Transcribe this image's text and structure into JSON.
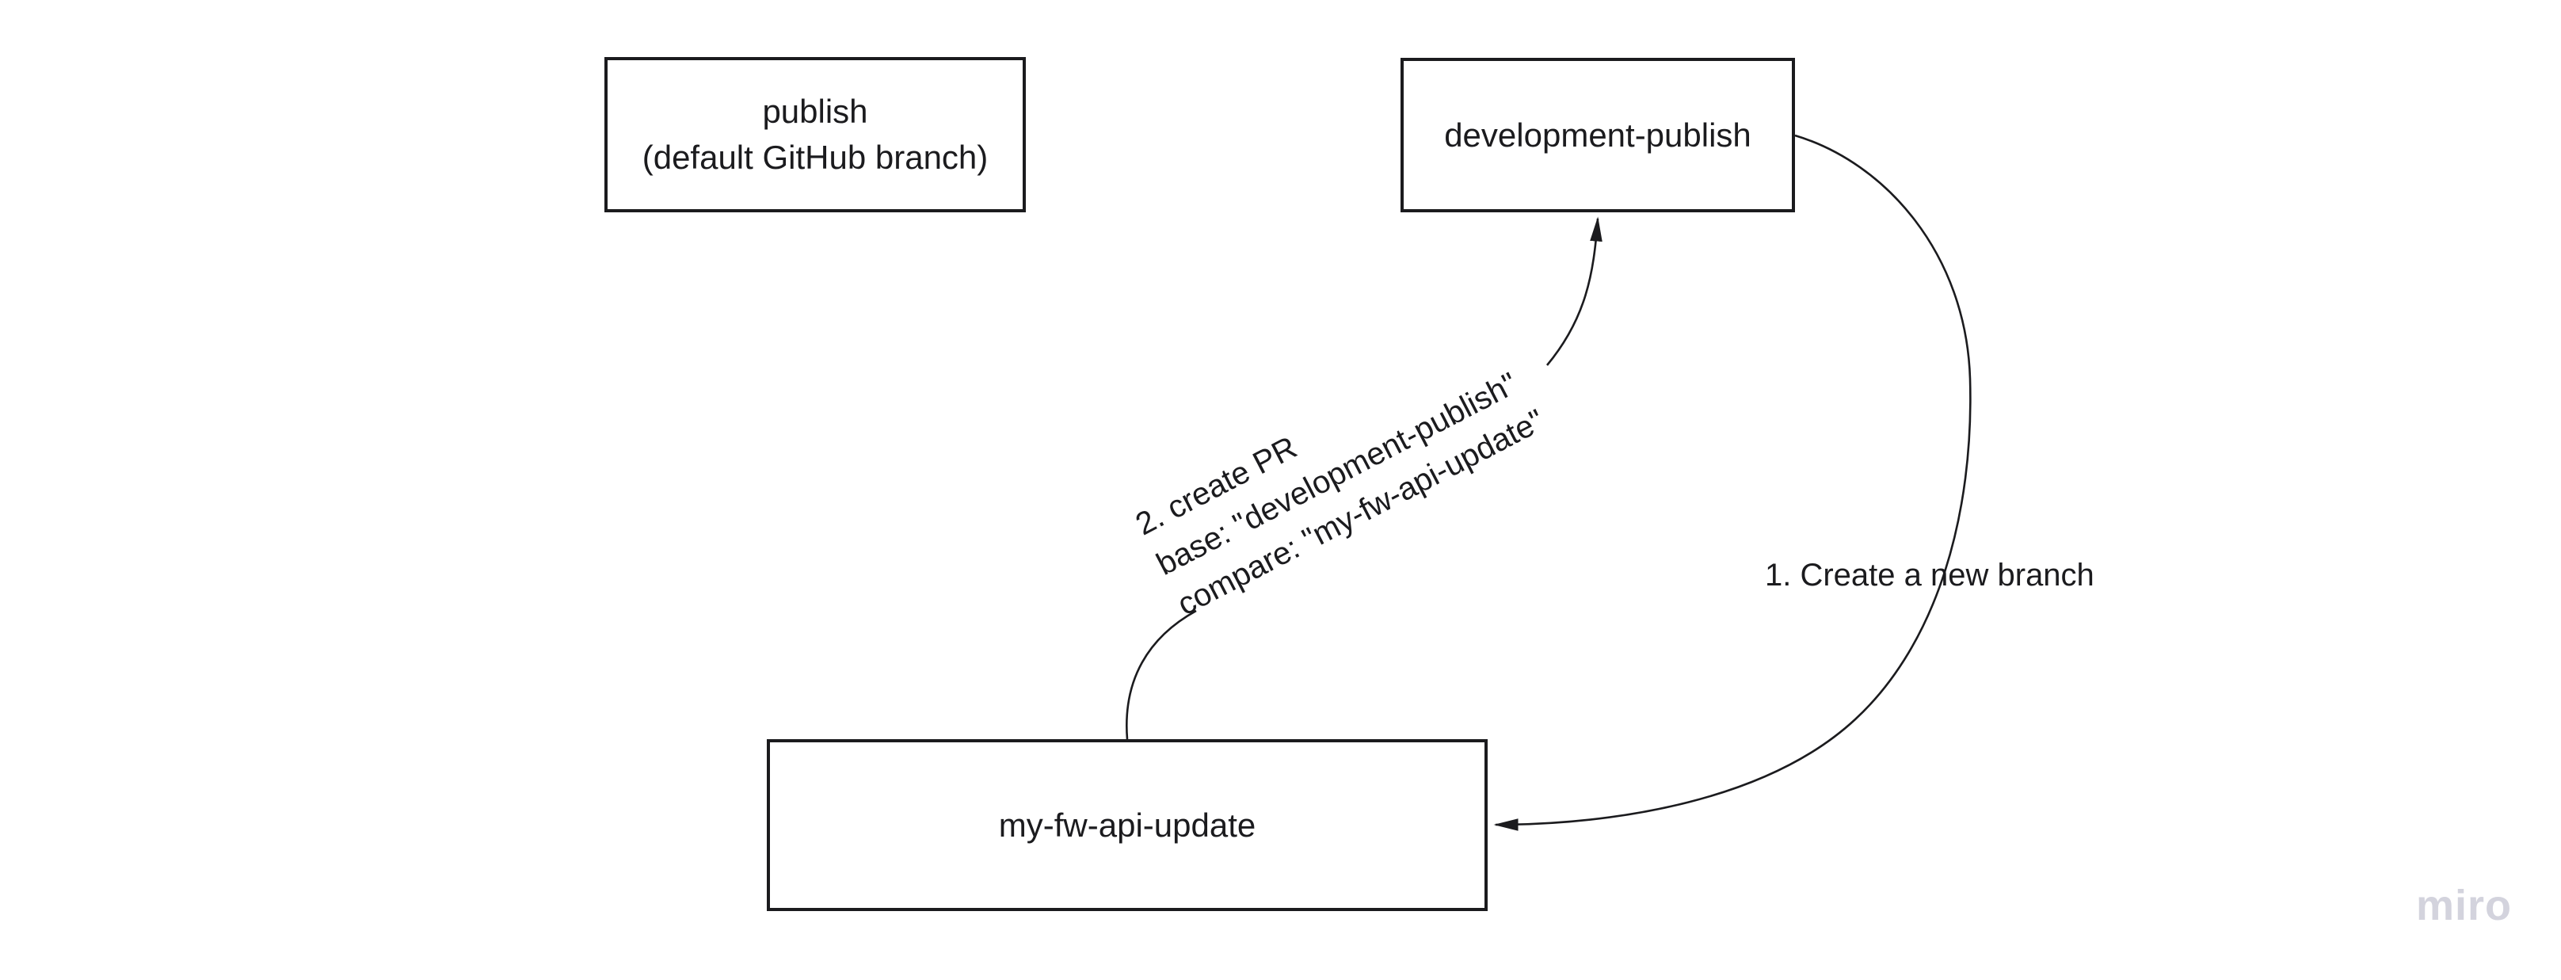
{
  "board": {
    "background_color": "#ffffff",
    "ink_color": "#1b1b1e",
    "watermark_color": "#d3d3dd"
  },
  "nodes": {
    "publish": {
      "lines": [
        "publish",
        "(default GitHub branch)"
      ]
    },
    "development_publish": {
      "lines": [
        "development-publish"
      ]
    },
    "my_fw_api_update": {
      "lines": [
        "my-fw-api-update"
      ]
    }
  },
  "connectors": {
    "create_branch": {
      "label": "1. Create a new branch",
      "from": "development-publish",
      "to": "my-fw-api-update",
      "arrow": "left-into-right-edge"
    },
    "create_pr": {
      "label_lines": [
        "2. create PR",
        "base: \"development-publish\"",
        "compare: \"my-fw-api-update\""
      ],
      "from": "my-fw-api-update",
      "to": "development-publish",
      "arrow": "up-into-bottom-edge"
    }
  },
  "watermark": {
    "label": "miro"
  }
}
